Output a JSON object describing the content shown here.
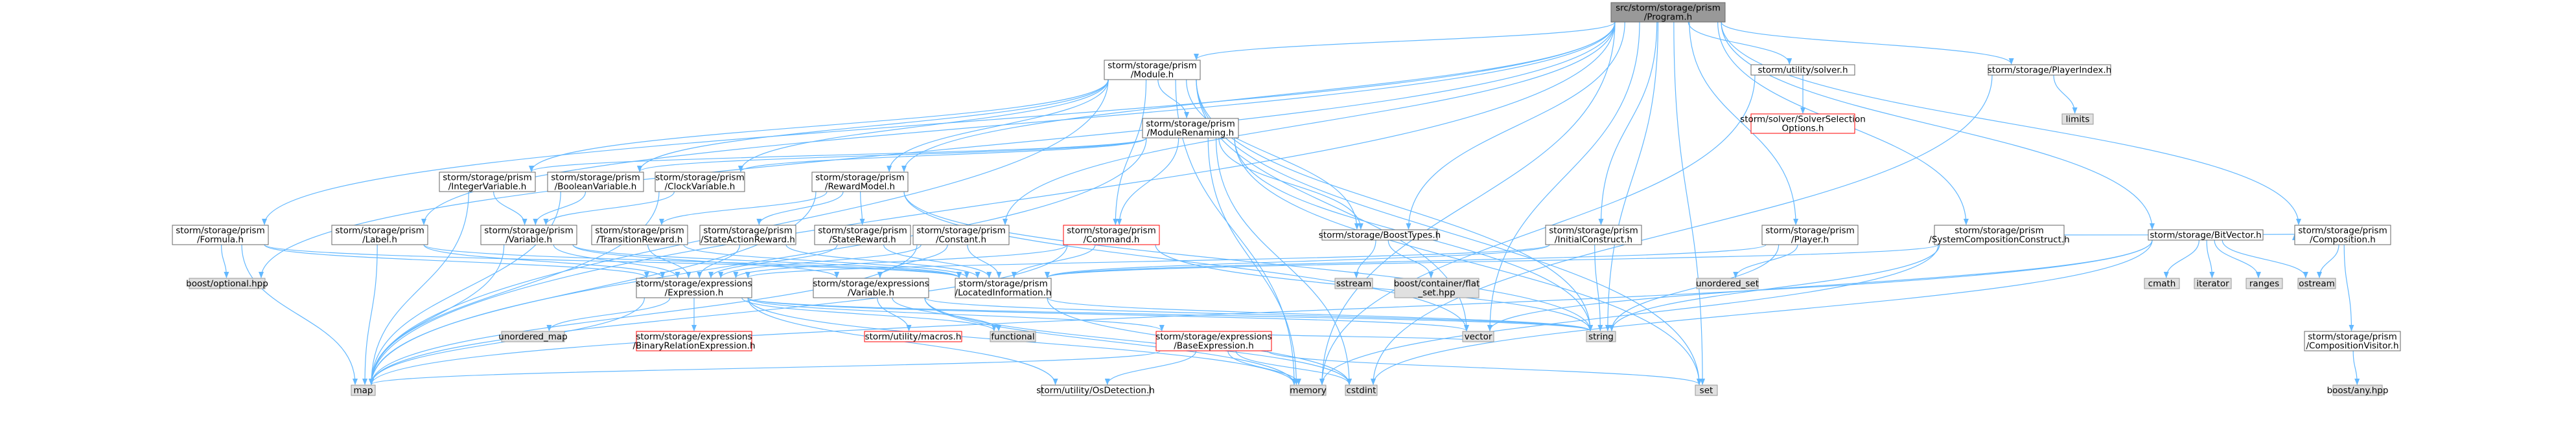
{
  "graph": {
    "title": "src/storm/storage/prism/Program.h",
    "colors": {
      "edge": "#63b8ff",
      "root_fill": "#999999",
      "root_border": "#666666",
      "node_fill": "#ffffff",
      "node_border": "#666666",
      "external_fill": "#e0e0e0",
      "external_border": "#999999",
      "missing_border": "#ff0000"
    },
    "nodes": [
      {
        "id": "program",
        "lines": [
          "src/storm/storage/prism",
          "/Program.h"
        ],
        "kind": "root"
      },
      {
        "id": "module",
        "lines": [
          "storm/storage/prism",
          "/Module.h"
        ],
        "kind": "normal"
      },
      {
        "id": "solverh",
        "lines": [
          "storm/utility/solver.h"
        ],
        "kind": "normal"
      },
      {
        "id": "playerindex",
        "lines": [
          "storm/storage/PlayerIndex.h"
        ],
        "kind": "normal"
      },
      {
        "id": "modulerenaming",
        "lines": [
          "storm/storage/prism",
          "/ModuleRenaming.h"
        ],
        "kind": "normal"
      },
      {
        "id": "solverselection",
        "lines": [
          "storm/solver/SolverSelection",
          "Options.h"
        ],
        "kind": "missing"
      },
      {
        "id": "limits",
        "lines": [
          "limits"
        ],
        "kind": "external"
      },
      {
        "id": "integervariable",
        "lines": [
          "storm/storage/prism",
          "/IntegerVariable.h"
        ],
        "kind": "normal"
      },
      {
        "id": "booleanvariable",
        "lines": [
          "storm/storage/prism",
          "/BooleanVariable.h"
        ],
        "kind": "normal"
      },
      {
        "id": "clockvariable",
        "lines": [
          "storm/storage/prism",
          "/ClockVariable.h"
        ],
        "kind": "normal"
      },
      {
        "id": "rewardmodel",
        "lines": [
          "storm/storage/prism",
          "/RewardModel.h"
        ],
        "kind": "normal"
      },
      {
        "id": "formula",
        "lines": [
          "storm/storage/prism",
          "/Formula.h"
        ],
        "kind": "normal"
      },
      {
        "id": "label",
        "lines": [
          "storm/storage/prism",
          "/Label.h"
        ],
        "kind": "normal"
      },
      {
        "id": "variable",
        "lines": [
          "storm/storage/prism",
          "/Variable.h"
        ],
        "kind": "normal"
      },
      {
        "id": "transitionreward",
        "lines": [
          "storm/storage/prism",
          "/TransitionReward.h"
        ],
        "kind": "normal"
      },
      {
        "id": "stateactionreward",
        "lines": [
          "storm/storage/prism",
          "/StateActionReward.h"
        ],
        "kind": "normal"
      },
      {
        "id": "statereward",
        "lines": [
          "storm/storage/prism",
          "/StateReward.h"
        ],
        "kind": "normal"
      },
      {
        "id": "constant",
        "lines": [
          "storm/storage/prism",
          "/Constant.h"
        ],
        "kind": "normal"
      },
      {
        "id": "command",
        "lines": [
          "storm/storage/prism",
          "/Command.h"
        ],
        "kind": "missing"
      },
      {
        "id": "boosttypes",
        "lines": [
          "storm/storage/BoostTypes.h"
        ],
        "kind": "normal"
      },
      {
        "id": "initialconstruct",
        "lines": [
          "storm/storage/prism",
          "/InitialConstruct.h"
        ],
        "kind": "normal"
      },
      {
        "id": "player",
        "lines": [
          "storm/storage/prism",
          "/Player.h"
        ],
        "kind": "normal"
      },
      {
        "id": "systemcomposition",
        "lines": [
          "storm/storage/prism",
          "/SystemCompositionConstruct.h"
        ],
        "kind": "normal"
      },
      {
        "id": "bitvector",
        "lines": [
          "storm/storage/BitVector.h"
        ],
        "kind": "normal"
      },
      {
        "id": "composition",
        "lines": [
          "storm/storage/prism",
          "/Composition.h"
        ],
        "kind": "normal"
      },
      {
        "id": "boostoptional",
        "lines": [
          "boost/optional.hpp"
        ],
        "kind": "external"
      },
      {
        "id": "expression",
        "lines": [
          "storm/storage/expressions",
          "/Expression.h"
        ],
        "kind": "normal"
      },
      {
        "id": "exprvariable",
        "lines": [
          "storm/storage/expressions",
          "/Variable.h"
        ],
        "kind": "normal"
      },
      {
        "id": "locatedinfo",
        "lines": [
          "storm/storage/prism",
          "/LocatedInformation.h"
        ],
        "kind": "normal"
      },
      {
        "id": "sstream",
        "lines": [
          "sstream"
        ],
        "kind": "external"
      },
      {
        "id": "flatset",
        "lines": [
          "boost/container/flat",
          "_set.hpp"
        ],
        "kind": "external"
      },
      {
        "id": "unorderedset",
        "lines": [
          "unordered_set"
        ],
        "kind": "external"
      },
      {
        "id": "cmath",
        "lines": [
          "cmath"
        ],
        "kind": "external"
      },
      {
        "id": "iterator",
        "lines": [
          "iterator"
        ],
        "kind": "external"
      },
      {
        "id": "ranges",
        "lines": [
          "ranges"
        ],
        "kind": "external"
      },
      {
        "id": "ostream",
        "lines": [
          "ostream"
        ],
        "kind": "external"
      },
      {
        "id": "unorderedmap",
        "lines": [
          "unordered_map"
        ],
        "kind": "external"
      },
      {
        "id": "binaryrelation",
        "lines": [
          "storm/storage/expressions",
          "/BinaryRelationExpression.h"
        ],
        "kind": "missing"
      },
      {
        "id": "macros",
        "lines": [
          "storm/utility/macros.h"
        ],
        "kind": "missing"
      },
      {
        "id": "functional",
        "lines": [
          "functional"
        ],
        "kind": "external"
      },
      {
        "id": "baseexpression",
        "lines": [
          "storm/storage/expressions",
          "/BaseExpression.h"
        ],
        "kind": "missing"
      },
      {
        "id": "vector",
        "lines": [
          "vector"
        ],
        "kind": "external"
      },
      {
        "id": "string",
        "lines": [
          "string"
        ],
        "kind": "external"
      },
      {
        "id": "compositionvisitor",
        "lines": [
          "storm/storage/prism",
          "/CompositionVisitor.h"
        ],
        "kind": "normal"
      },
      {
        "id": "map",
        "lines": [
          "map"
        ],
        "kind": "external"
      },
      {
        "id": "osdetection",
        "lines": [
          "storm/utility/OsDetection.h"
        ],
        "kind": "normal"
      },
      {
        "id": "memory",
        "lines": [
          "memory"
        ],
        "kind": "external"
      },
      {
        "id": "cstdint",
        "lines": [
          "cstdint"
        ],
        "kind": "external"
      },
      {
        "id": "set",
        "lines": [
          "set"
        ],
        "kind": "external"
      },
      {
        "id": "boostany",
        "lines": [
          "boost/any.hpp"
        ],
        "kind": "external"
      }
    ],
    "edges": [
      [
        "program",
        "module"
      ],
      [
        "program",
        "solverh"
      ],
      [
        "program",
        "playerindex"
      ],
      [
        "program",
        "boostoptional"
      ],
      [
        "program",
        "map"
      ],
      [
        "program",
        "formula"
      ],
      [
        "program",
        "label"
      ],
      [
        "program",
        "rewardmodel"
      ],
      [
        "program",
        "constant"
      ],
      [
        "program",
        "boosttypes"
      ],
      [
        "program",
        "initialconstruct"
      ],
      [
        "program",
        "player"
      ],
      [
        "program",
        "systemcomposition"
      ],
      [
        "program",
        "composition"
      ],
      [
        "program",
        "bitvector"
      ],
      [
        "program",
        "vector"
      ],
      [
        "program",
        "memory"
      ],
      [
        "program",
        "set"
      ],
      [
        "program",
        "string"
      ],
      [
        "module",
        "modulerenaming"
      ],
      [
        "module",
        "integervariable"
      ],
      [
        "module",
        "booleanvariable"
      ],
      [
        "module",
        "clockvariable"
      ],
      [
        "module",
        "command"
      ],
      [
        "module",
        "boosttypes"
      ],
      [
        "module",
        "map"
      ],
      [
        "module",
        "set"
      ],
      [
        "module",
        "string"
      ],
      [
        "module",
        "vector"
      ],
      [
        "module",
        "memory"
      ],
      [
        "module",
        "rewardmodel"
      ],
      [
        "modulerenaming",
        "integervariable"
      ],
      [
        "modulerenaming",
        "booleanvariable"
      ],
      [
        "modulerenaming",
        "clockvariable"
      ],
      [
        "modulerenaming",
        "command"
      ],
      [
        "modulerenaming",
        "boosttypes"
      ],
      [
        "modulerenaming",
        "map"
      ],
      [
        "modulerenaming",
        "string"
      ],
      [
        "modulerenaming",
        "cstdint"
      ],
      [
        "modulerenaming",
        "set"
      ],
      [
        "modulerenaming",
        "memory"
      ],
      [
        "solverh",
        "solverselection"
      ],
      [
        "solverh",
        "memory"
      ],
      [
        "playerindex",
        "limits"
      ],
      [
        "playerindex",
        "cstdint"
      ],
      [
        "integervariable",
        "variable"
      ],
      [
        "integervariable",
        "map"
      ],
      [
        "booleanvariable",
        "variable"
      ],
      [
        "booleanvariable",
        "map"
      ],
      [
        "clockvariable",
        "variable"
      ],
      [
        "clockvariable",
        "map"
      ],
      [
        "rewardmodel",
        "transitionreward"
      ],
      [
        "rewardmodel",
        "stateactionreward"
      ],
      [
        "rewardmodel",
        "statereward"
      ],
      [
        "rewardmodel",
        "map"
      ],
      [
        "rewardmodel",
        "vector"
      ],
      [
        "rewardmodel",
        "string"
      ],
      [
        "formula",
        "expression"
      ],
      [
        "formula",
        "locatedinfo"
      ],
      [
        "formula",
        "map"
      ],
      [
        "formula",
        "boostoptional"
      ],
      [
        "label",
        "expression"
      ],
      [
        "label",
        "locatedinfo"
      ],
      [
        "label",
        "map"
      ],
      [
        "variable",
        "expression"
      ],
      [
        "variable",
        "exprvariable"
      ],
      [
        "variable",
        "locatedinfo"
      ],
      [
        "variable",
        "map"
      ],
      [
        "transitionreward",
        "expression"
      ],
      [
        "transitionreward",
        "locatedinfo"
      ],
      [
        "stateactionreward",
        "expression"
      ],
      [
        "stateactionreward",
        "locatedinfo"
      ],
      [
        "statereward",
        "expression"
      ],
      [
        "statereward",
        "locatedinfo"
      ],
      [
        "constant",
        "expression"
      ],
      [
        "constant",
        "exprvariable"
      ],
      [
        "constant",
        "locatedinfo"
      ],
      [
        "constant",
        "map"
      ],
      [
        "command",
        "expression"
      ],
      [
        "command",
        "locatedinfo"
      ],
      [
        "command",
        "map"
      ],
      [
        "command",
        "string"
      ],
      [
        "boosttypes",
        "sstream"
      ],
      [
        "boosttypes",
        "flatset"
      ],
      [
        "initialconstruct",
        "expression"
      ],
      [
        "initialconstruct",
        "locatedinfo"
      ],
      [
        "initialconstruct",
        "string"
      ],
      [
        "player",
        "locatedinfo"
      ],
      [
        "player",
        "unorderedset"
      ],
      [
        "player",
        "string"
      ],
      [
        "systemcomposition",
        "composition"
      ],
      [
        "systemcomposition",
        "locatedinfo"
      ],
      [
        "systemcomposition",
        "string"
      ],
      [
        "systemcomposition",
        "memory"
      ],
      [
        "bitvector",
        "cmath"
      ],
      [
        "bitvector",
        "iterator"
      ],
      [
        "bitvector",
        "ranges"
      ],
      [
        "bitvector",
        "ostream"
      ],
      [
        "bitvector",
        "vector"
      ],
      [
        "bitvector",
        "cstdint"
      ],
      [
        "bitvector",
        "map"
      ],
      [
        "composition",
        "ostream"
      ],
      [
        "composition",
        "compositionvisitor"
      ],
      [
        "compositionvisitor",
        "boostany"
      ],
      [
        "expression",
        "unorderedmap"
      ],
      [
        "expression",
        "binaryrelation"
      ],
      [
        "expression",
        "baseexpression"
      ],
      [
        "expression",
        "functional"
      ],
      [
        "expression",
        "map"
      ],
      [
        "expression",
        "memory"
      ],
      [
        "expression",
        "vector"
      ],
      [
        "expression",
        "string"
      ],
      [
        "expression",
        "osdetection"
      ],
      [
        "exprvariable",
        "macros"
      ],
      [
        "exprvariable",
        "functional"
      ],
      [
        "exprvariable",
        "cstdint"
      ],
      [
        "exprvariable",
        "memory"
      ],
      [
        "exprvariable",
        "string"
      ],
      [
        "locatedinfo",
        "cstdint"
      ],
      [
        "locatedinfo",
        "string"
      ],
      [
        "baseexpression",
        "map"
      ],
      [
        "baseexpression",
        "osdetection"
      ],
      [
        "baseexpression",
        "memory"
      ],
      [
        "baseexpression",
        "cstdint"
      ],
      [
        "baseexpression",
        "set"
      ],
      [
        "baseexpression",
        "vector"
      ]
    ]
  }
}
